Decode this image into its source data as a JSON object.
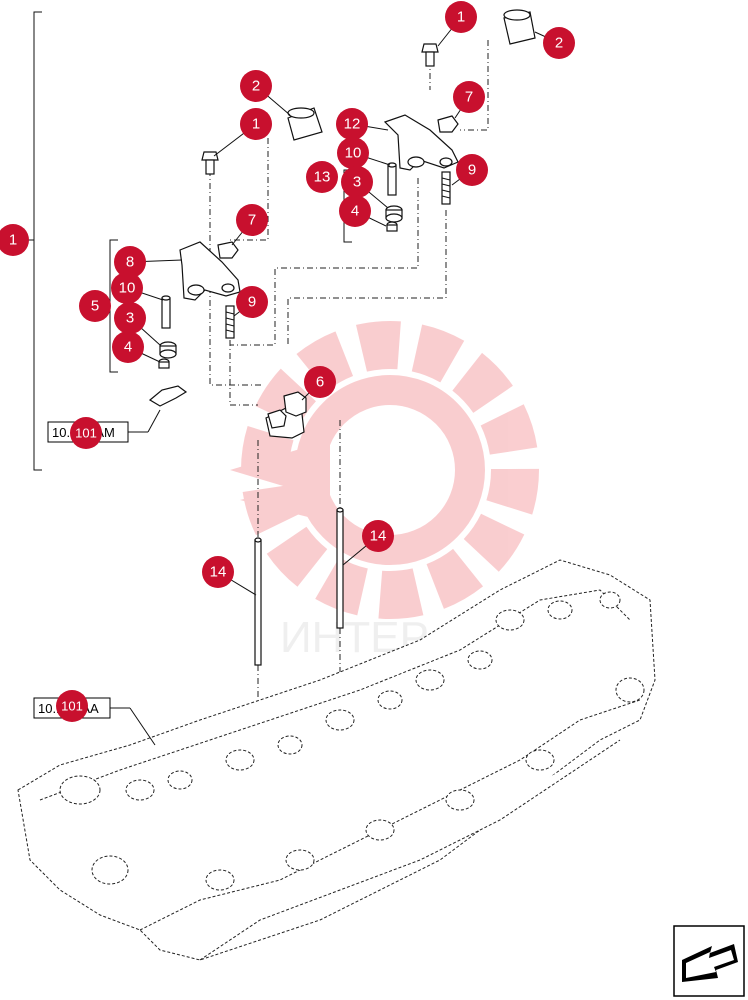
{
  "callouts": [
    {
      "id": "c1a",
      "label": "1"
    },
    {
      "id": "c2a",
      "label": "2"
    },
    {
      "id": "c7a",
      "label": "7"
    },
    {
      "id": "c12",
      "label": "12"
    },
    {
      "id": "c10a",
      "label": "10"
    },
    {
      "id": "c13",
      "label": "13"
    },
    {
      "id": "c3a",
      "label": "3"
    },
    {
      "id": "c4a",
      "label": "4"
    },
    {
      "id": "c9a",
      "label": "9"
    },
    {
      "id": "c2b",
      "label": "2"
    },
    {
      "id": "c1b",
      "label": "1"
    },
    {
      "id": "c1c",
      "label": "1"
    },
    {
      "id": "c7b",
      "label": "7"
    },
    {
      "id": "c8",
      "label": "8"
    },
    {
      "id": "c10b",
      "label": "10"
    },
    {
      "id": "c5",
      "label": "5"
    },
    {
      "id": "c3b",
      "label": "3"
    },
    {
      "id": "c4b",
      "label": "4"
    },
    {
      "id": "c9b",
      "label": "9"
    },
    {
      "id": "c6",
      "label": "6"
    },
    {
      "id": "c101a",
      "label": "101"
    },
    {
      "id": "c14a",
      "label": "14"
    },
    {
      "id": "c14b",
      "label": "14"
    },
    {
      "id": "c101b",
      "label": "101"
    }
  ],
  "references": {
    "upper": {
      "text": "10.101.AM"
    },
    "lower": {
      "text": "10.101.AA"
    }
  },
  "watermark": {
    "text": "ИНТЕР",
    "color": "#e8202a"
  },
  "colors": {
    "callout": "#c8102e"
  },
  "nav_icon": "next-page-arrow-icon"
}
